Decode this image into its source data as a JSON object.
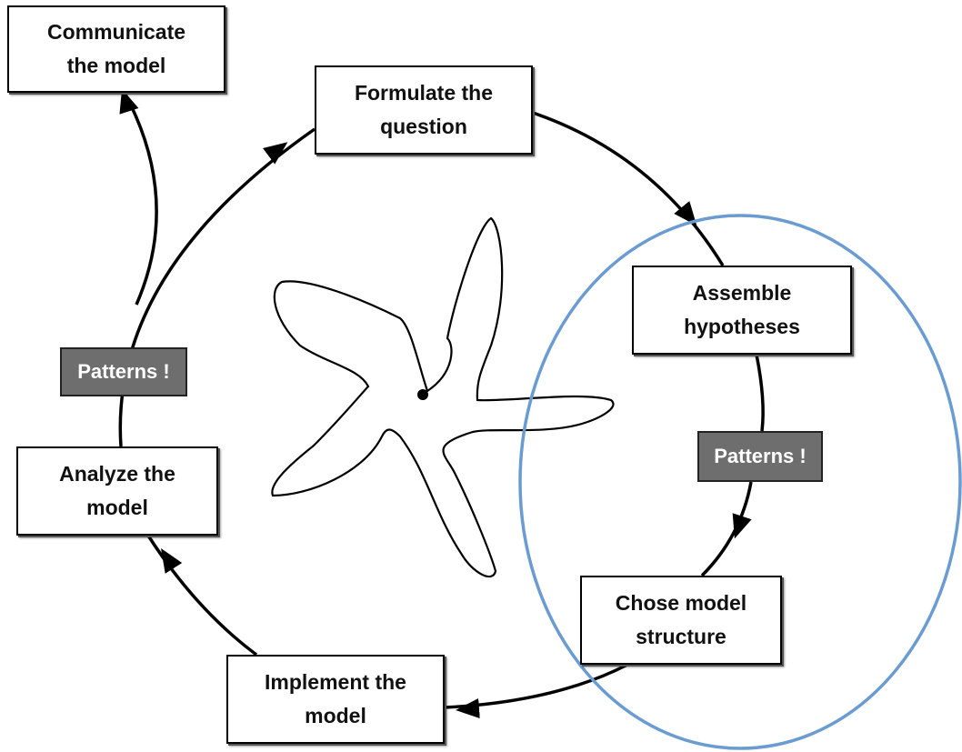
{
  "diagram": {
    "nodes": {
      "communicate": "Communicate\nthe model",
      "formulate": "Formulate the\nquestion",
      "assemble": "Assemble\nhypotheses",
      "chose": "Chose model\nstructure",
      "implement": "Implement the\nmodel",
      "analyze": "Analyze the\nmodel"
    },
    "pattern_tags": {
      "left": "Patterns !",
      "right": "Patterns !"
    },
    "edges": [
      {
        "from": "formulate",
        "to": "assemble"
      },
      {
        "from": "assemble",
        "to": "chose"
      },
      {
        "from": "chose",
        "to": "implement"
      },
      {
        "from": "implement",
        "to": "analyze"
      },
      {
        "from": "analyze",
        "to": "formulate"
      },
      {
        "from": "analyze",
        "to": "communicate"
      }
    ],
    "colors": {
      "highlight_ellipse": "#6a9bd1",
      "tag_fill": "#6e6e6e",
      "line": "#000000"
    }
  }
}
